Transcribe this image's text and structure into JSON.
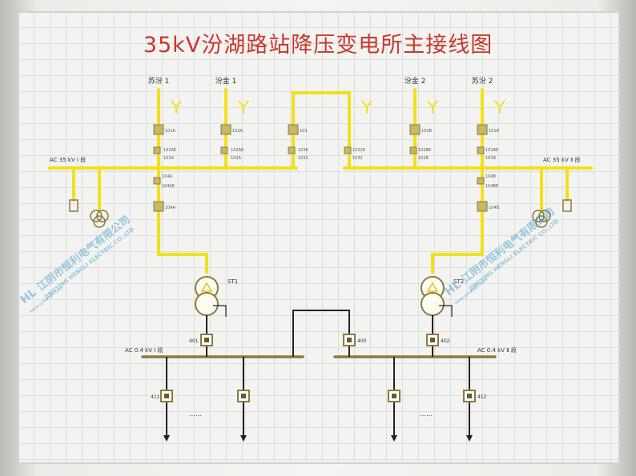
{
  "title": "35kV汾湖路站降压变电所主接线图",
  "lines": {
    "feeder_1": "苏汾 1",
    "feeder_2": "汾金 1",
    "feeder_3": "汾金 2",
    "feeder_4": "苏汾 2"
  },
  "buses": {
    "hv_1": "AC 35 kV Ⅰ 段",
    "hv_2": "AC 35 kV Ⅱ 段",
    "lv_1": "AC 0.4 kV Ⅰ 段",
    "lv_2": "AC 0.4 kV Ⅱ 段"
  },
  "transformers": {
    "t1": "ST1",
    "t2": "ST2"
  },
  "switches": {
    "s101A": "101A",
    "s101AE": "101AE",
    "s101A2": "101A",
    "s102A": "102A",
    "s102AE": "102AE",
    "s102A2": "102A",
    "s103": "103",
    "s103E": "103E",
    "s1031": "1031",
    "s1032E": "1032E",
    "s1032": "1032",
    "s102B": "102B",
    "s102BE": "102BE",
    "s102B2": "102B",
    "s101B": "101B",
    "s101BE": "101BE",
    "s101B2": "101B",
    "s104A": "104A",
    "s104AE": "104AE",
    "s104A2": "104A",
    "s104B": "104B",
    "s104BE": "104BE",
    "s104B2": "104B",
    "s401": "401",
    "s400": "400",
    "s402": "402",
    "s411": "411",
    "s412": "412"
  },
  "ellipsis": {
    "e1": "……",
    "e2": "……"
  },
  "watermark": {
    "company_cn": "江阴市恒利电气有限公司",
    "company_en": "JINGYING HENGLI ELECTRIC CO.,LTD",
    "logo": "HL",
    "url": "www.jyhengli.com"
  },
  "colors": {
    "title": "#c8372e",
    "hv_line": "#f2e01a",
    "lv_line": "#8a7a3c",
    "switch": "#c9b66a",
    "watermark": "#2c8fc9"
  }
}
